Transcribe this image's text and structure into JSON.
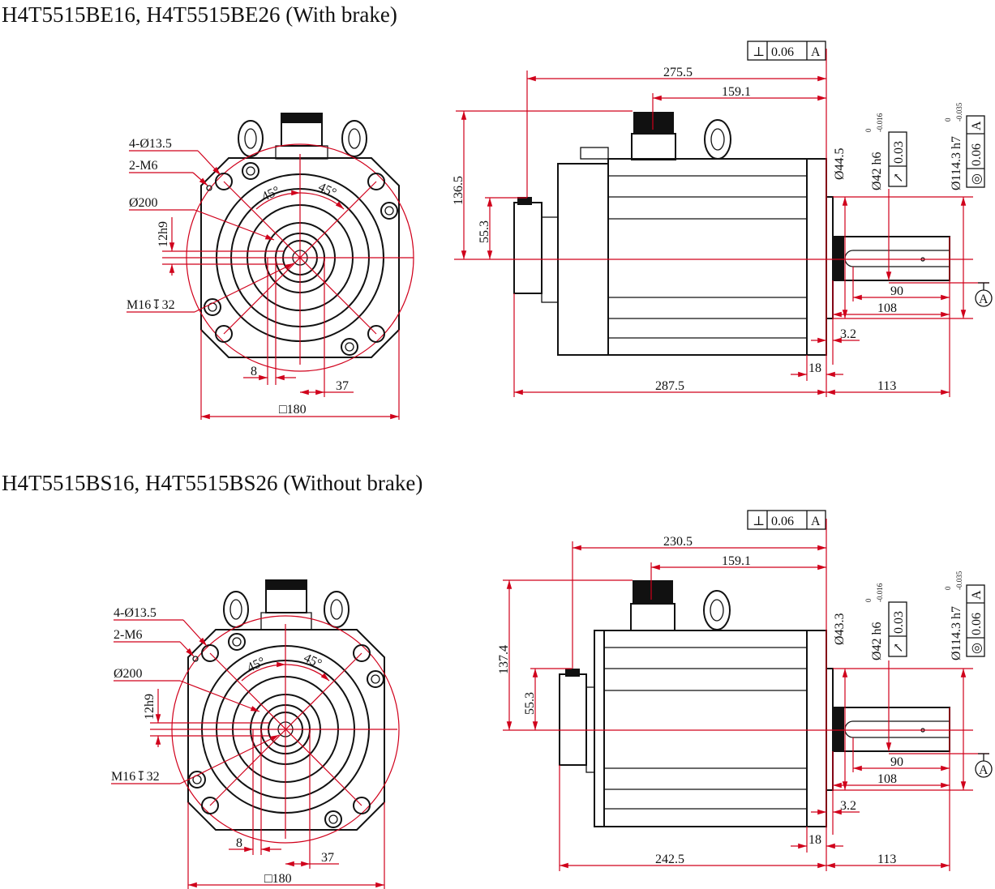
{
  "sections": [
    {
      "title": "H4T5515BE16, H4T5515BE26 (With brake)",
      "front_view": {
        "bolt_holes": "4-Ø13.5",
        "threaded_holes": "2-M6",
        "pitch_circle": "Ø200",
        "key_height": "12h9",
        "center_tap": "M16↧32",
        "angle_left": "45°",
        "angle_right": "45°",
        "key_width": "8",
        "key_offset": "37",
        "flange_square": "□180"
      },
      "side_view": {
        "tolerance_frame": [
          "⊥",
          "0.06",
          "A"
        ],
        "overall_length": "275.5",
        "connector_to_flange": "159.1",
        "height_to_top": "136.5",
        "brake_connector_height": "55.3",
        "flange_diameter": "Ø44.5",
        "shaft_diameter": "Ø42 h6",
        "shaft_tol_upper": "0",
        "shaft_tol_lower": "-0.016",
        "runout_frame": [
          "↗",
          "0.03"
        ],
        "pilot_diameter": "Ø114.3 h7",
        "pilot_tol_upper": "0",
        "pilot_tol_lower": "-0.035",
        "concentricity_frame": [
          "◎",
          "0.06",
          "A"
        ],
        "key_length": "90",
        "shaft_length": "108",
        "flange_thickness": "3.2",
        "pilot_depth": "18",
        "body_length": "287.5",
        "shaft_total": "113",
        "datum": "A"
      }
    },
    {
      "title": "H4T5515BS16, H4T5515BS26 (Without brake)",
      "front_view": {
        "bolt_holes": "4-Ø13.5",
        "threaded_holes": "2-M6",
        "pitch_circle": "Ø200",
        "key_height": "12h9",
        "center_tap": "M16↧32",
        "angle_left": "45°",
        "angle_right": "45°",
        "key_width": "8",
        "key_offset": "37",
        "flange_square": "□180"
      },
      "side_view": {
        "tolerance_frame": [
          "⊥",
          "0.06",
          "A"
        ],
        "overall_length": "230.5",
        "connector_to_flange": "159.1",
        "height_to_top": "137.4",
        "brake_connector_height": "55.3",
        "flange_diameter": "Ø43.3",
        "shaft_diameter": "Ø42 h6",
        "shaft_tol_upper": "0",
        "shaft_tol_lower": "-0.016",
        "runout_frame": [
          "↗",
          "0.03"
        ],
        "pilot_diameter": "Ø114.3 h7",
        "pilot_tol_upper": "0",
        "pilot_tol_lower": "-0.035",
        "concentricity_frame": [
          "◎",
          "0.06",
          "A"
        ],
        "key_length": "90",
        "shaft_length": "108",
        "flange_thickness": "3.2",
        "pilot_depth": "18",
        "body_length": "242.5",
        "shaft_total": "113",
        "datum": "A"
      }
    }
  ]
}
